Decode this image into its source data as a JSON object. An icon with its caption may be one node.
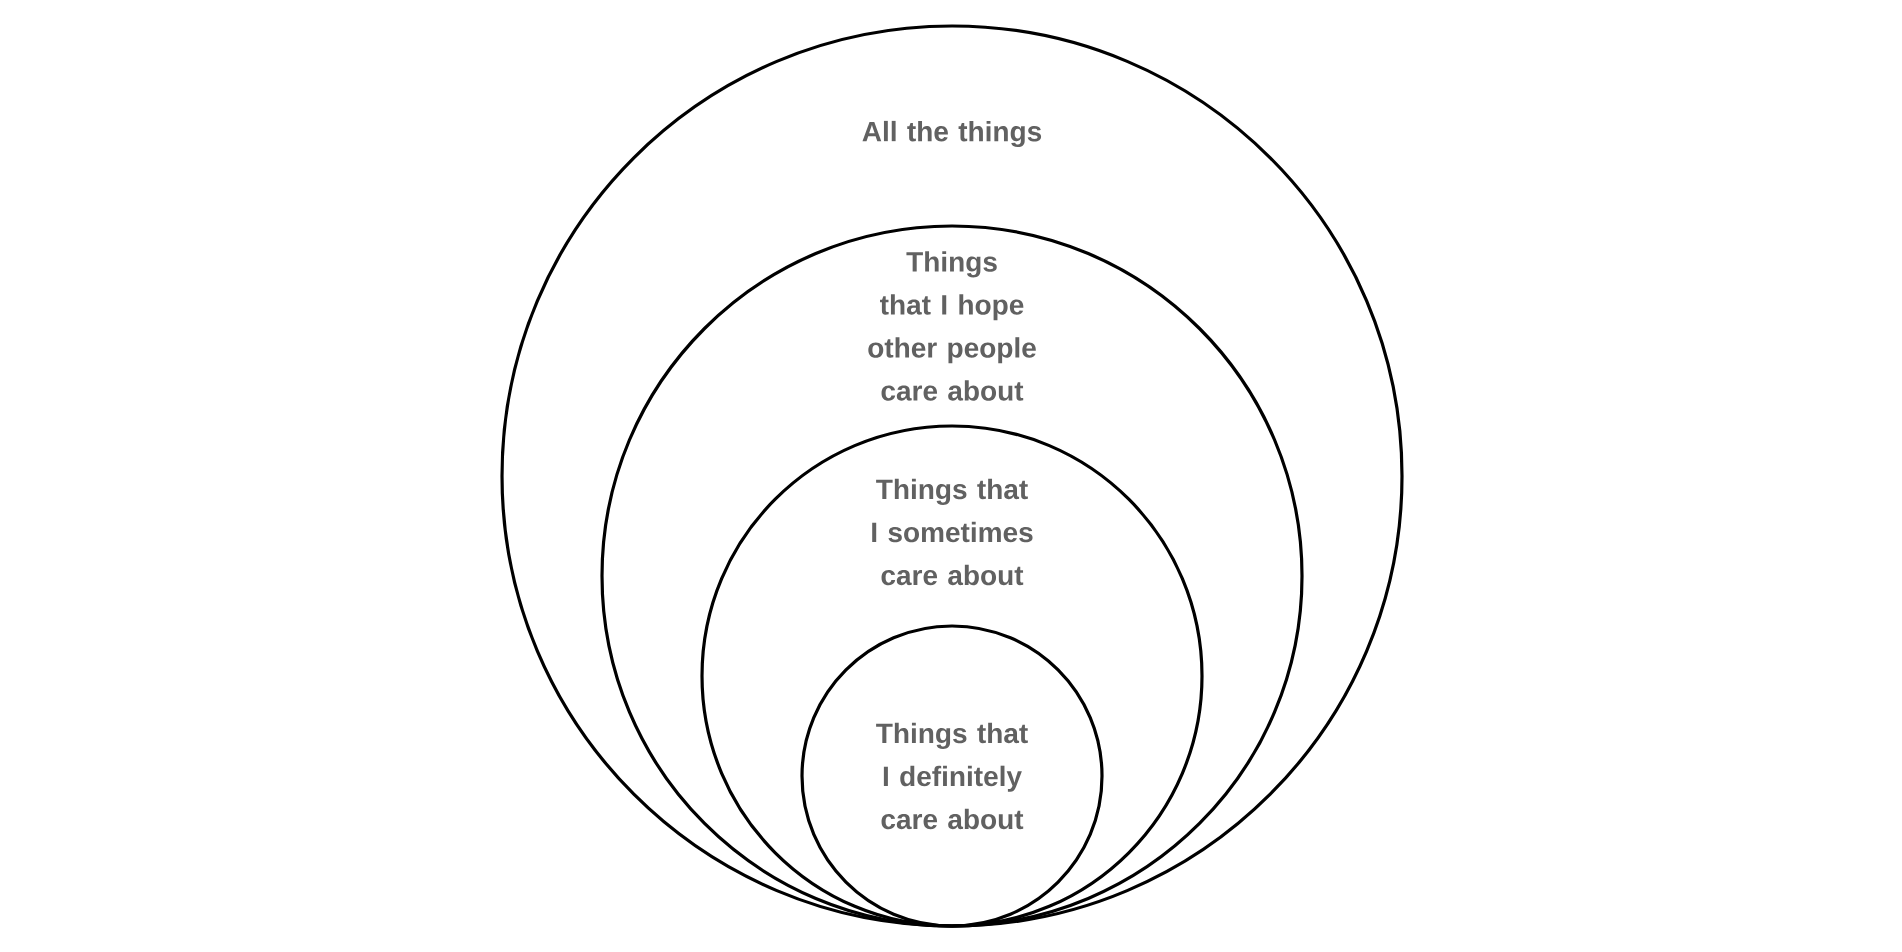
{
  "diagram": {
    "nodes": [
      {
        "text": [
          "All the things"
        ]
      },
      {
        "text": [
          "Things that I hope other people care about"
        ],
        "in": 0
      },
      {
        "text": [
          "Things that I sometimes care about"
        ],
        "in": 1
      },
      {
        "text": [
          "Things that I definitely care about"
        ],
        "in": 2
      }
    ]
  }
}
